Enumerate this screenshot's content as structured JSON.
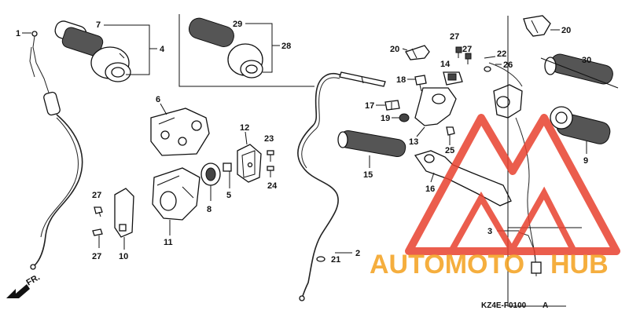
{
  "diagram": {
    "code": "KZ4E-F0100",
    "revision": "A",
    "direction_marker": "FR.",
    "labels": {
      "l1": "1",
      "l7": "7",
      "l4": "4",
      "l29": "29",
      "l28": "28",
      "l6": "6",
      "l12": "12",
      "l23": "23",
      "l24": "24",
      "l5": "5",
      "l8": "8",
      "l27a": "27",
      "l27b": "27",
      "l10": "10",
      "l11": "11",
      "l2": "2",
      "l21": "21",
      "l20a": "20",
      "l27c": "27",
      "l27d": "27",
      "l14": "14",
      "l22": "22",
      "l26": "26",
      "l18": "18",
      "l17": "17",
      "l19": "19",
      "l13": "13",
      "l25": "25",
      "l15": "15",
      "l16": "16",
      "l3": "3",
      "l20b": "20",
      "l30": "30",
      "l9": "9"
    }
  },
  "watermark": {
    "text_left": "AUTOMOTO",
    "text_right": "HUB",
    "colors": {
      "red": "#e8412f",
      "orange": "#f4a62a"
    }
  }
}
